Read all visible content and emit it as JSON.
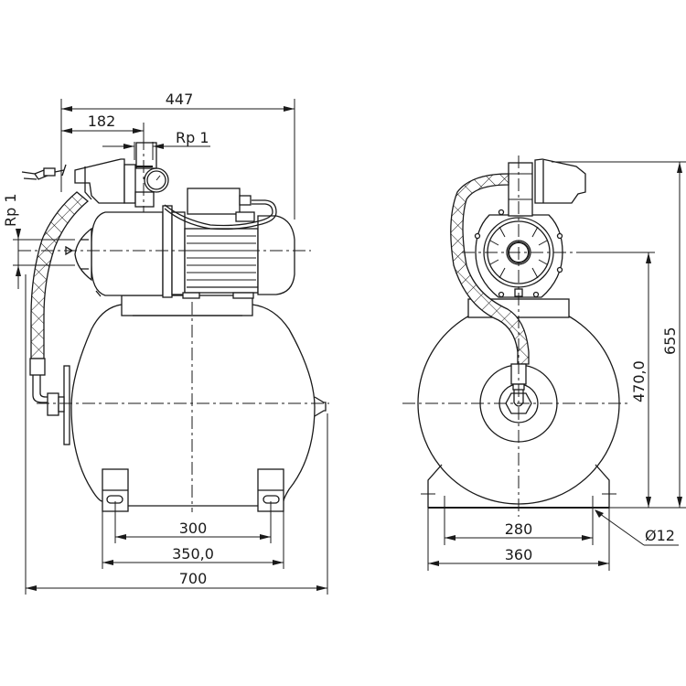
{
  "drawing": {
    "title": "Pressure booster pump with horizontal tank - dimension drawing",
    "line_color": "#1a1a1a",
    "background": "#ffffff"
  },
  "side_view": {
    "dimensions": {
      "overall_pump_length": "447",
      "suction_to_discharge": "182",
      "discharge_connection": "Rp 1",
      "suction_connection": "Rp 1",
      "foot_hole_spacing": "300",
      "foot_width": "350,0",
      "overall_length": "700"
    }
  },
  "front_view": {
    "dimensions": {
      "overall_height": "655",
      "suction_height": "470,0",
      "base_hole_spacing": "280",
      "base_width": "360",
      "mounting_hole_diameter": "Ø12"
    }
  }
}
